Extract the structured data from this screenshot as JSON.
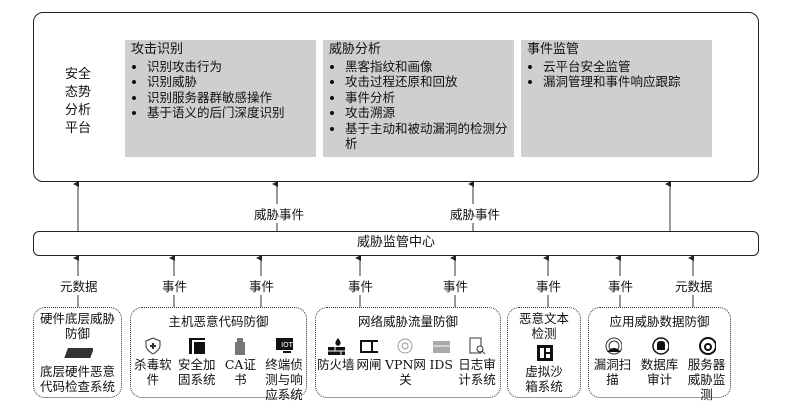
{
  "platform": {
    "lines": [
      "安全",
      "态势",
      "分析",
      "平台"
    ]
  },
  "panels": [
    {
      "title": "攻击识别",
      "items": [
        "识别攻击行为",
        "识别威胁",
        "识别服务器群敏感操作",
        "基于语义的后门深度识别"
      ]
    },
    {
      "title": "威胁分析",
      "items": [
        "黑客指纹和画像",
        "攻击过程还原和回放",
        "事件分析",
        "攻击溯源",
        "基于主动和被动漏洞的检测分析"
      ]
    },
    {
      "title": "事件监管",
      "items": [
        "云平台安全监管",
        "漏洞管理和事件响应跟踪"
      ]
    }
  ],
  "upper_labels": [
    "威胁事件",
    "威胁事件"
  ],
  "center": "威胁监管中心",
  "lower_labels": [
    "元数据",
    "事件",
    "事件",
    "事件",
    "事件",
    "事件",
    "事件",
    "元数据"
  ],
  "groups": [
    {
      "title": "硬件底层威胁防御",
      "items": [
        {
          "label": "底层硬件恶意代码检查系统",
          "icon": "circuit-board-icon"
        }
      ]
    },
    {
      "title": "主机恶意代码防御",
      "items": [
        {
          "label": "杀毒软件",
          "icon": "shield-plus-icon"
        },
        {
          "label": "安全加固系统",
          "icon": "hardening-icon"
        },
        {
          "label": "CA证书",
          "icon": "usb-key-icon"
        },
        {
          "label": "终端侦测与响应系统",
          "icon": "iot-monitor-icon",
          "icon_text": "IOT"
        }
      ]
    },
    {
      "title": "网络威胁流量防御",
      "items": [
        {
          "label": "防火墙",
          "icon": "firewall-icon"
        },
        {
          "label": "网闸",
          "icon": "gateway-icon"
        },
        {
          "label": "VPN网关",
          "icon": "vpn-icon"
        },
        {
          "label": "IDS",
          "icon": "ids-icon"
        },
        {
          "label": "日志审计系统",
          "icon": "log-audit-icon"
        }
      ]
    },
    {
      "title": "恶意文本检测",
      "items": [
        {
          "label": "虚拟沙箱系统",
          "icon": "sandbox-icon"
        }
      ]
    },
    {
      "title": "应用威胁数据防御",
      "items": [
        {
          "label": "漏洞扫描",
          "icon": "scan-icon"
        },
        {
          "label": "数据库审计",
          "icon": "database-icon"
        },
        {
          "label": "服务器威胁监测",
          "icon": "monitor-icon"
        }
      ]
    }
  ]
}
